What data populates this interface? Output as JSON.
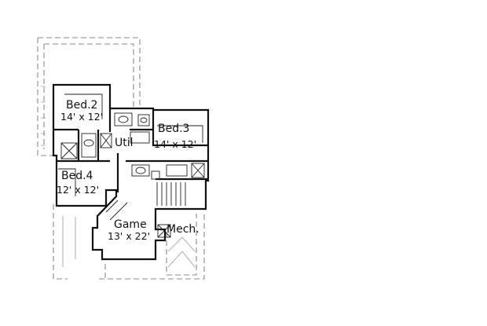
{
  "rooms": [
    {
      "id": "bed2",
      "name": "Bed.2",
      "size": "14' x 12'"
    },
    {
      "id": "bed3",
      "name": "Bed.3",
      "size": "14' x 12'"
    },
    {
      "id": "util",
      "name": "Util",
      "size": ""
    },
    {
      "id": "bed4",
      "name": "Bed.4",
      "size": "12' x 12'"
    },
    {
      "id": "game",
      "name": "Game",
      "size": "13' x 22'"
    },
    {
      "id": "mech",
      "name": "Mech.",
      "size": ""
    }
  ]
}
